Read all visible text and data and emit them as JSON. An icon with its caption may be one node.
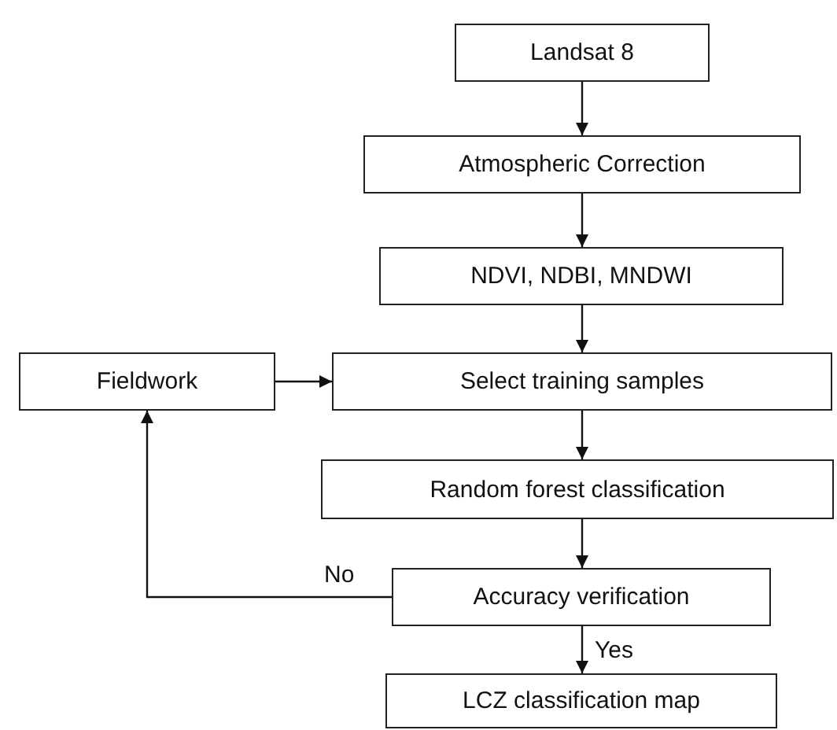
{
  "diagram": {
    "nodes": [
      {
        "text": [
          "Landsat 8"
        ]
      },
      {
        "text": [
          "Atmospheric Correction"
        ]
      },
      {
        "text": [
          "NDVI, NDBI, MNDWI"
        ]
      },
      {
        "text": [
          "Fieldwork"
        ]
      },
      {
        "text": [
          "Select training samples"
        ]
      },
      {
        "text": [
          "Random forest classification"
        ]
      },
      {
        "text": [
          "Accuracy verification"
        ]
      },
      {
        "text": [
          "LCZ classification map"
        ]
      }
    ],
    "edges": [
      {
        "from": 0,
        "to": 1,
        "arrow": "to"
      },
      {
        "from": 1,
        "to": 2,
        "arrow": "to"
      },
      {
        "from": 2,
        "to": 4,
        "arrow": "to"
      },
      {
        "from": 3,
        "to": 4,
        "arrow": "to"
      },
      {
        "from": 4,
        "to": 5,
        "arrow": "to"
      },
      {
        "from": 5,
        "to": 6,
        "arrow": "to"
      },
      {
        "from": 6,
        "to": 3,
        "arrow": "to",
        "label": "No"
      },
      {
        "from": 6,
        "to": 7,
        "arrow": "to",
        "label": "Yes"
      }
    ]
  }
}
